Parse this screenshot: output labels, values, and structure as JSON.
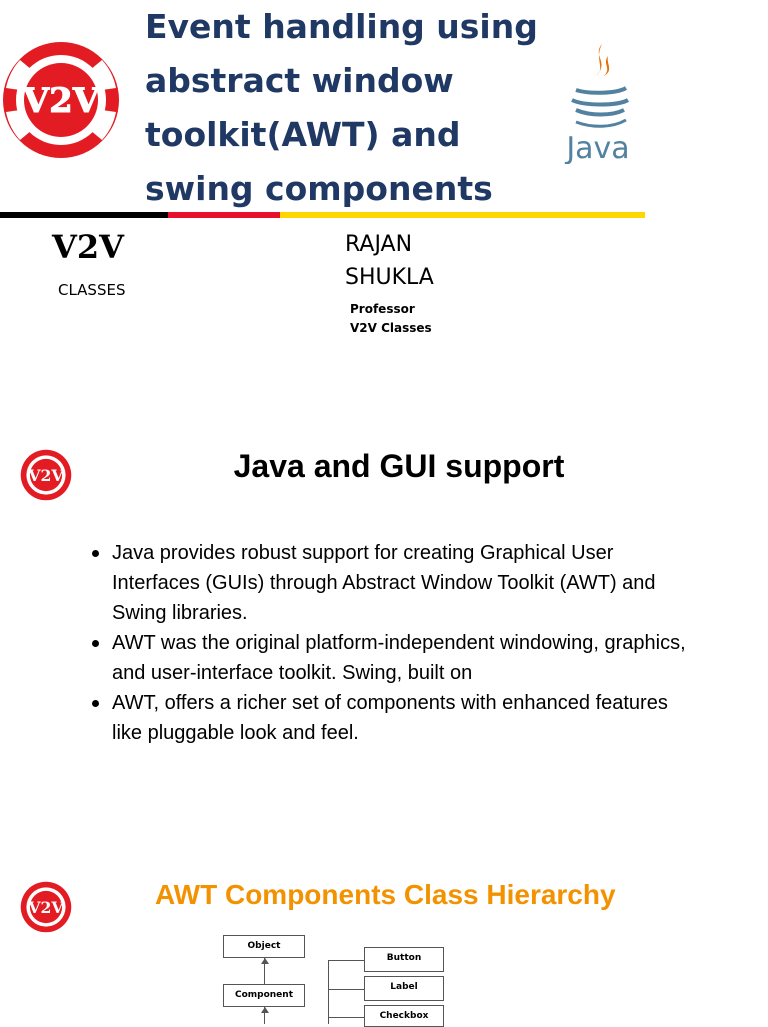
{
  "slide1": {
    "title": "Event handling using abstract window toolkit(AWT) and swing components",
    "logo_text": "V2V",
    "java_logo_text": "Java",
    "org_name": "V2V",
    "org_sub": "CLASSES",
    "author_name": "RAJAN\nSHUKLA",
    "author_title": "Professor",
    "author_org": "V2V Classes",
    "colors": {
      "title": "#1f3864",
      "logo_red": "#e31b23",
      "bar_black": "#000000",
      "bar_red": "#e8112d",
      "bar_yellow": "#ffd700"
    }
  },
  "slide2": {
    "heading": "Java and GUI support",
    "logo_text": "V2V",
    "bullets": [
      "Java provides robust support for creating Graphical User Interfaces (GUIs) through Abstract Window Toolkit (AWT) and Swing libraries.",
      "AWT was the original platform-independent windowing, graphics, and user-interface toolkit. Swing, built on",
      "AWT, offers a richer set of components with enhanced features like pluggable look and feel."
    ]
  },
  "slide3": {
    "heading": "AWT Components Class Hierarchy",
    "logo_text": "V2V",
    "heading_color": "#f39200",
    "diagram": {
      "left_boxes": [
        "Object",
        "Component"
      ],
      "right_boxes": [
        "Button",
        "Label",
        "Checkbox"
      ]
    }
  }
}
